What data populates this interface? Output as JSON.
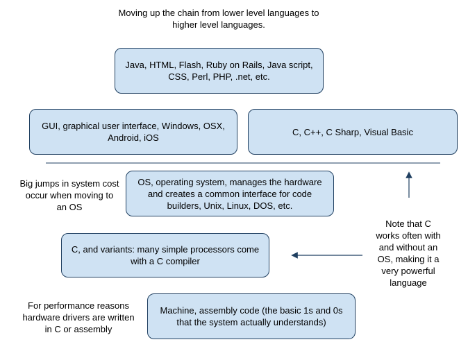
{
  "title": "Moving up the chain from lower level languages to higher level languages.",
  "boxes": {
    "high_level": "Java, HTML, Flash, Ruby on Rails, Java script, CSS, Perl, PHP, .net, etc.",
    "gui": "GUI, graphical user interface, Windows, OSX, Android, iOS",
    "c_family": "C, C++, C Sharp, Visual Basic",
    "os": "OS, operating system, manages the hardware and creates a common interface for code builders, Unix, Linux, DOS, etc.",
    "c_variants": "C, and variants: many simple processors come with a C compiler",
    "machine": "Machine, assembly code (the basic 1s and 0s that the system actually understands)"
  },
  "notes": {
    "big_jumps": "Big jumps in system cost occur when moving to an OS",
    "c_note": "Note that C works often with and without an OS, making it a very powerful language",
    "performance": "For performance reasons hardware drivers are written in C or assembly"
  },
  "colors": {
    "box_fill": "#cfe2f3",
    "box_border": "#1f3f60",
    "line": "#1f3f60"
  }
}
